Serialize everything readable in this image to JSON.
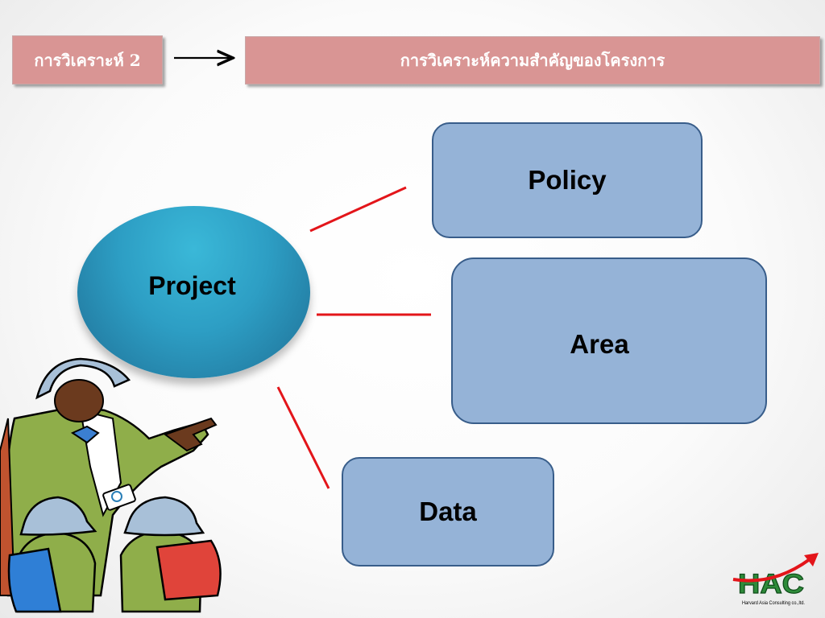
{
  "header": {
    "left_label": "การวิเคราะห์ 2",
    "right_label": "การวิเคราะห์ความสำคัญของโครงการ"
  },
  "diagram": {
    "center": "Project",
    "nodes": {
      "policy": "Policy",
      "area": "Area",
      "data": "Data"
    },
    "connector_color": "#e3151a",
    "node_color": "#95b3d7"
  },
  "logo": {
    "text": "HAC",
    "subtitle": "Harvard Asia Consulting co.,ltd."
  },
  "illustration": {
    "icon": "explorers-clipart-icon"
  }
}
